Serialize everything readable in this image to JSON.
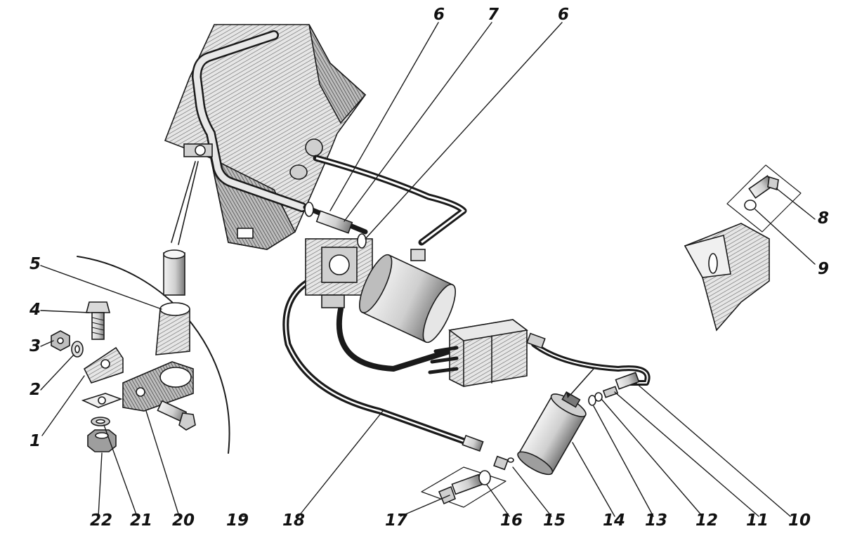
{
  "colors": {
    "ink": "#1a1a1a",
    "paper": "#ffffff",
    "shade_light": "#d9d9d9",
    "shade_mid": "#a6a6a6",
    "shade_dark": "#595959"
  },
  "callouts": {
    "c1": "1",
    "c2": "2",
    "c3": "3",
    "c4": "4",
    "c5": "5",
    "c6a": "6",
    "c6b": "6",
    "c7": "7",
    "c8": "8",
    "c9": "9",
    "c10": "10",
    "c11": "11",
    "c12": "12",
    "c13": "13",
    "c14": "14",
    "c15": "15",
    "c16": "16",
    "c17": "17",
    "c18": "18",
    "c19": "19",
    "c20": "20",
    "c21": "21",
    "c22": "22"
  }
}
